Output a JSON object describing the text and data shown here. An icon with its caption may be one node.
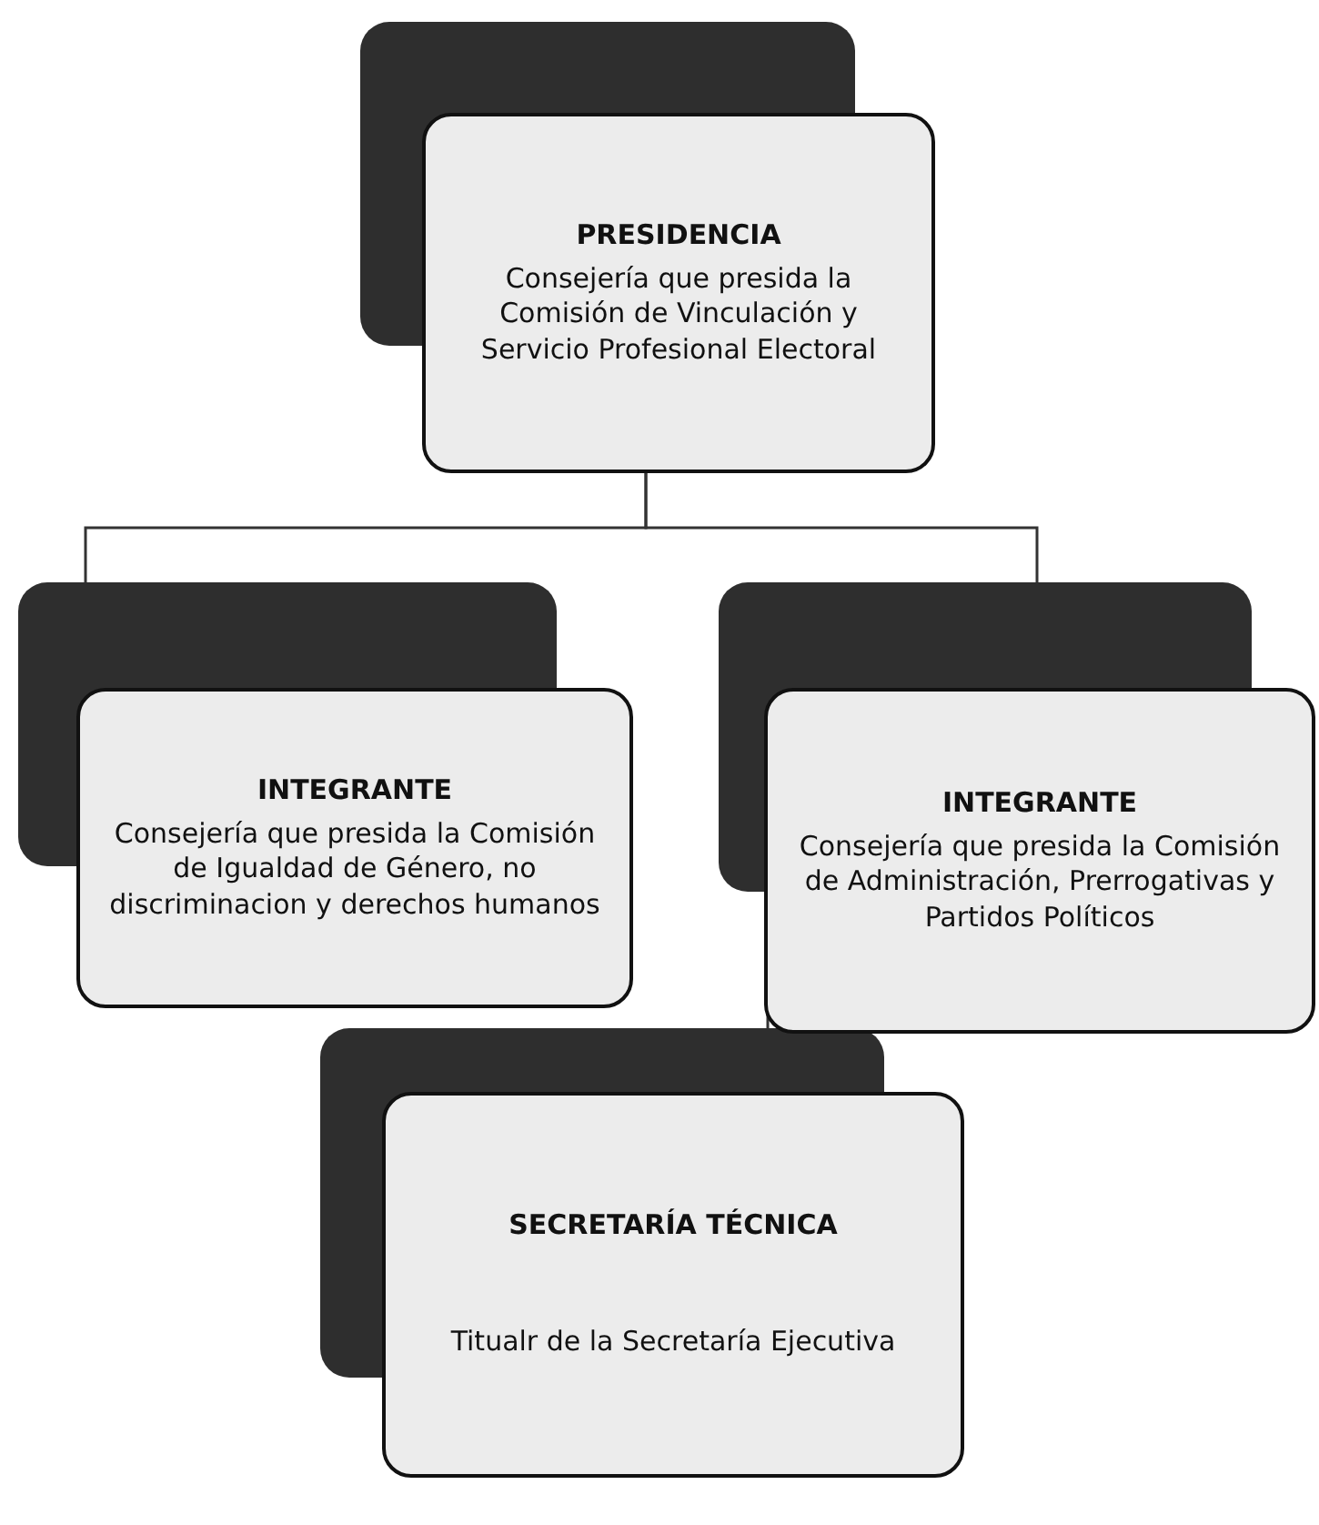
{
  "diagram": {
    "nodes": [
      {
        "text": [
          "PRESIDENCIA",
          "Consejería que presida la Comisión de Vinculación y Servicio Profesional Electoral"
        ]
      },
      {
        "text": [
          "INTEGRANTE",
          "Consejería que presida la Comisión de Igualdad de Género, no discriminacion y derechos humanos"
        ]
      },
      {
        "text": [
          "INTEGRANTE",
          "Consejería que presida la Comisión de Administración, Prerrogativas y Partidos Políticos"
        ]
      },
      {
        "text": [
          "SECRETARÍA TÉCNICA",
          "Titualr de la Secretaría Ejecutiva"
        ]
      }
    ],
    "edges": [
      {
        "from": 0,
        "to": 1,
        "arrow": "none"
      },
      {
        "from": 0,
        "to": 2,
        "arrow": "none"
      },
      {
        "from": 2,
        "to": 3,
        "arrow": "none"
      }
    ]
  }
}
